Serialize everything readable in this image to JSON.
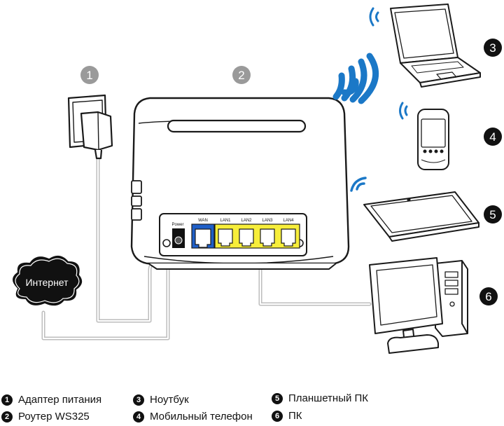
{
  "diagram": {
    "callouts": {
      "adapter": "1",
      "router": "2",
      "laptop": "3",
      "phone": "4",
      "tablet": "5",
      "pc": "6"
    },
    "internet_label": "Интернет",
    "router_ports": {
      "power": "Power",
      "wan": "WAN",
      "lan1": "LAN1",
      "lan2": "LAN2",
      "lan3": "LAN3",
      "lan4": "LAN4"
    },
    "colors": {
      "wan_port": "#1f5fc8",
      "lan_port": "#f7ee3a",
      "wifi": "#1b78c7",
      "cable": "#b9b9b9",
      "outline": "#1a1a1a"
    },
    "icons": [
      "wall-adapter-icon",
      "router-icon",
      "laptop-icon",
      "phone-icon",
      "tablet-icon",
      "desktop-pc-icon",
      "internet-cloud-icon",
      "wifi-icon"
    ]
  },
  "legend": [
    {
      "num": "1",
      "label": "Адаптер питания"
    },
    {
      "num": "2",
      "label": "Роутер WS325"
    },
    {
      "num": "3",
      "label": "Ноутбук"
    },
    {
      "num": "4",
      "label": "Мобильный телефон"
    },
    {
      "num": "5",
      "label": "Планшетный ПК"
    },
    {
      "num": "6",
      "label": "ПК"
    }
  ]
}
